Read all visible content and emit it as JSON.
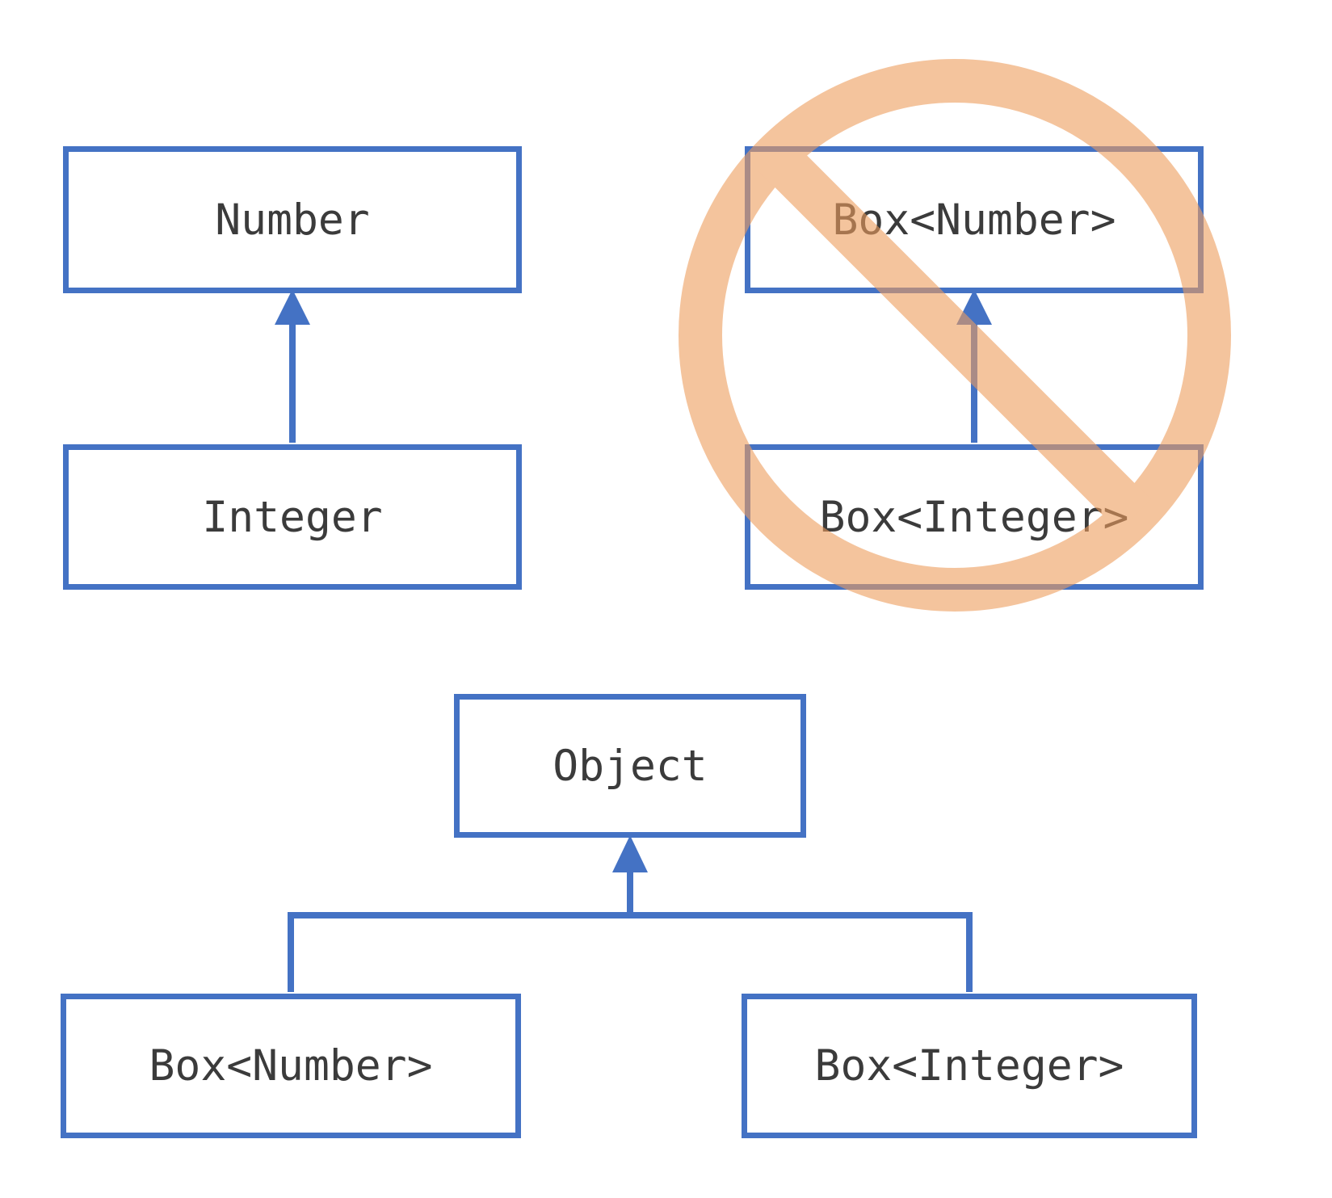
{
  "diagram": {
    "kind": "class-hierarchy",
    "left_pair": {
      "parent": "Number",
      "child": "Integer"
    },
    "right_pair": {
      "parent": "Box<Number>",
      "child": "Box<Integer>",
      "annotation": "prohibited"
    },
    "bottom_tree": {
      "root": "Object",
      "children": [
        "Box<Number>",
        "Box<Integer>"
      ]
    }
  },
  "colors": {
    "box_border": "#4472C4",
    "arrow": "#4472C4",
    "label_text": "#3B3B3B",
    "prohibition_base": "#EE9D5D",
    "prohibition_effective_on_white": "#F5C49E",
    "background": "#FFFFFF"
  }
}
